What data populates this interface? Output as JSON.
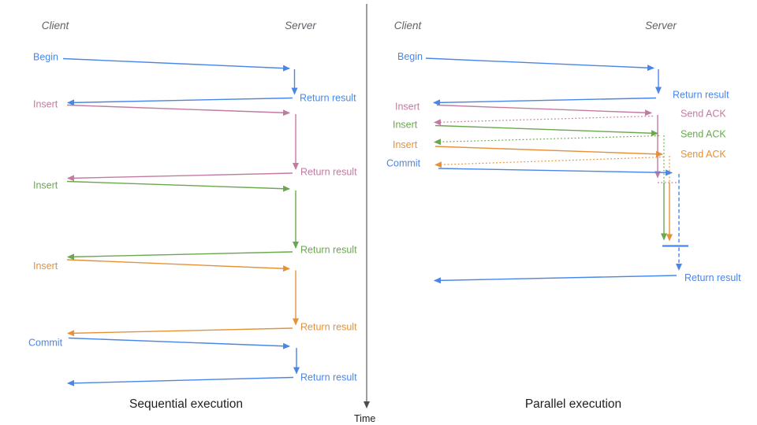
{
  "colors": {
    "blue": "#4a86e8",
    "pink": "#c27ba0",
    "green": "#6aa84f",
    "orange": "#e69138",
    "axis": "#4d4d4d",
    "header": "#5f6368",
    "ink": "#1f1f1f",
    "bg": "#ffffff"
  },
  "time_axis_label": "Time",
  "sequential": {
    "title": "Sequential execution",
    "client": "Client",
    "server": "Server",
    "steps": [
      {
        "request": "Begin",
        "response": "Return result",
        "color": "blue"
      },
      {
        "request": "Insert",
        "response": "Return result",
        "color": "pink"
      },
      {
        "request": "Insert",
        "response": "Return result",
        "color": "green"
      },
      {
        "request": "Insert",
        "response": "Return result",
        "color": "orange"
      },
      {
        "request": "Commit",
        "response": "Return result",
        "color": "blue"
      }
    ]
  },
  "parallel": {
    "title": "Parallel execution",
    "client": "Client",
    "server": "Server",
    "steps": [
      {
        "request": "Begin",
        "response": "Return result",
        "color": "blue"
      },
      {
        "request": "Insert",
        "response": "Send ACK",
        "color": "pink"
      },
      {
        "request": "Insert",
        "response": "Send ACK",
        "color": "green"
      },
      {
        "request": "Insert",
        "response": "Send ACK",
        "color": "orange"
      },
      {
        "request": "Commit",
        "response": "Return result",
        "color": "blue"
      }
    ]
  }
}
